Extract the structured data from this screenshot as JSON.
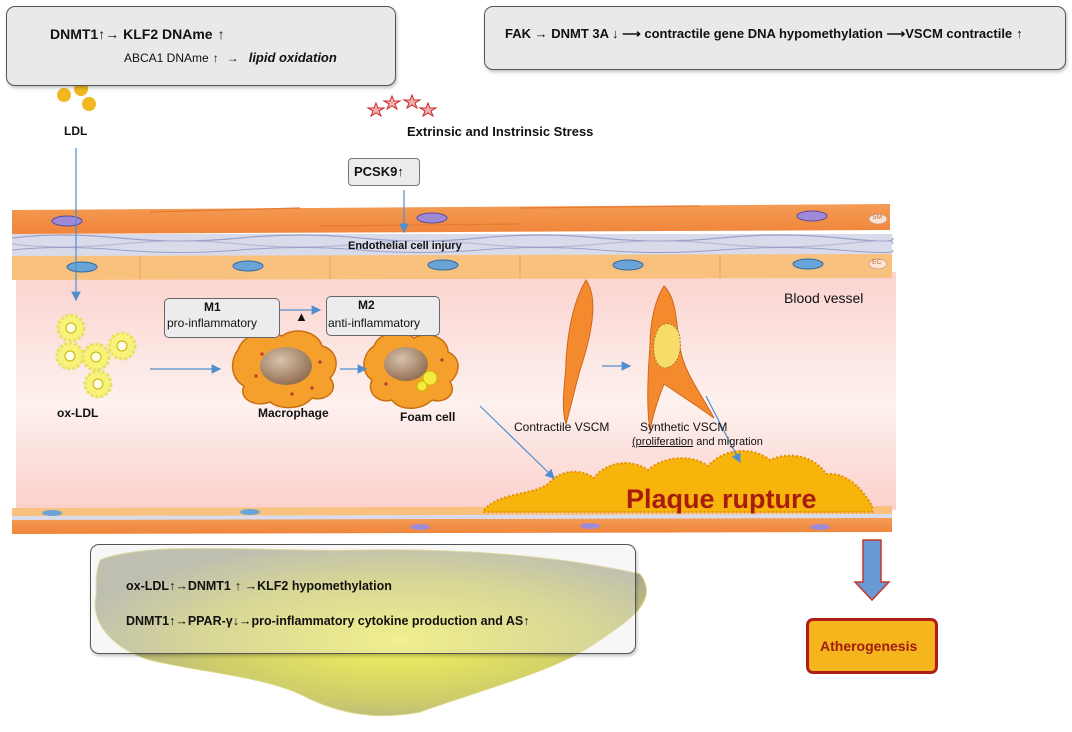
{
  "top_left": {
    "line1": [
      "DNMT1",
      "KLF2 DNAme"
    ],
    "line2": [
      "ABCA1 DNAme",
      "lipid oxidation"
    ]
  },
  "top_right": {
    "parts": [
      "FAK",
      "DNMT 3A",
      "contractile gene DNA hypomethylation",
      "VSCM contractile"
    ]
  },
  "ldl": "LDL",
  "stress": "Extrinsic and Instrinsic Stress",
  "pcsk9": "PCSK9",
  "endothelial_injury": "Endothelial cell injury",
  "layer_tags": {
    "sm": "SM",
    "ec": "EC"
  },
  "blood_vessel": "Blood vessel",
  "m1": {
    "title": "M1",
    "subtitle": "pro-inflammatory"
  },
  "m2": {
    "title": "M2",
    "subtitle": "anti-inflammatory"
  },
  "cells": {
    "ox_ldl": "ox-LDL",
    "macrophage": "Macrophage",
    "foam_cell": "Foam cell",
    "contractile": "Contractile VSCM",
    "synthetic": "Synthetic VSCM",
    "synthetic_sub_a": "(proliferation",
    "synthetic_sub_b": "and migration"
  },
  "plaque": "Plaque rupture",
  "bottom_box": {
    "row1": [
      "ox-LDL",
      "DNMT1",
      "KLF2 hypomethylation"
    ],
    "row2": [
      "DNMT1",
      "PPAR-γ",
      "pro-inflammatory cytokine production and AS"
    ]
  },
  "atherogenesis": "Atherogenesis",
  "colors": {
    "vessel_orange": "#f79a4e",
    "plaque_yellow": "#f7b40a",
    "plaque_text": "#a81c10",
    "arrow_blue": "#4f8fd0",
    "atherogenesis_fill": "#f5b51c",
    "atherogenesis_border": "#b11c16"
  }
}
